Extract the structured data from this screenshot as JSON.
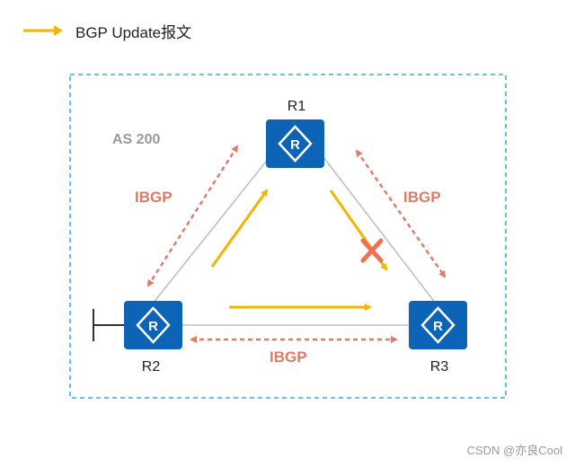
{
  "legend": {
    "label": "BGP Update报文",
    "arrow_icon": "arrow-right-icon",
    "color": "#f5b400"
  },
  "as_label": "AS 200",
  "routers": {
    "r1": {
      "label": "R1",
      "icon": "router-icon"
    },
    "r2": {
      "label": "R2",
      "icon": "router-icon"
    },
    "r3": {
      "label": "R3",
      "icon": "router-icon"
    }
  },
  "ibgp_sessions": {
    "r1_r2": "IBGP",
    "r1_r3": "IBGP",
    "r2_r3": "IBGP"
  },
  "blocked_marker_icon": "cross-icon",
  "watermark": "CSDN @亦良Cool",
  "colors": {
    "router_fill": "#0d63b6",
    "ibgp": "#e07a67",
    "update": "#f5b400",
    "as_border": "#3aaee0",
    "link": "#c0c0c0",
    "blocked": "#f07050"
  }
}
